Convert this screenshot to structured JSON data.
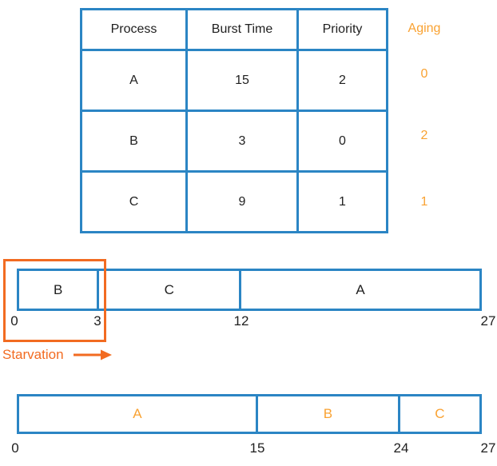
{
  "colors": {
    "blue": "#2b85c4",
    "orange": "#f9a232",
    "orange_deep": "#f26b21",
    "text": "#1f1f1f"
  },
  "table": {
    "headers": [
      "Process",
      "Burst Time",
      "Priority"
    ],
    "rows": [
      {
        "process": "A",
        "burst_time": "15",
        "priority": "2"
      },
      {
        "process": "B",
        "burst_time": "3",
        "priority": "0"
      },
      {
        "process": "C",
        "burst_time": "9",
        "priority": "1"
      }
    ]
  },
  "aging": {
    "label": "Aging",
    "values": [
      "0",
      "2",
      "1"
    ]
  },
  "gantt_without_aging": {
    "segments": [
      {
        "label": "B",
        "start": 0,
        "end": 3
      },
      {
        "label": "C",
        "start": 3,
        "end": 12
      },
      {
        "label": "A",
        "start": 12,
        "end": 27
      }
    ],
    "ticks": [
      "0",
      "3",
      "12",
      "27"
    ],
    "annotation": "Starvation"
  },
  "gantt_with_aging": {
    "segments": [
      {
        "label": "A",
        "start": 0,
        "end": 15
      },
      {
        "label": "B",
        "start": 15,
        "end": 24
      },
      {
        "label": "C",
        "start": 24,
        "end": 27
      }
    ],
    "ticks": [
      "0",
      "15",
      "24",
      "27"
    ]
  },
  "chart_data": [
    {
      "type": "gantt",
      "segments": [
        {
          "label": "B",
          "start": 0,
          "end": 3
        },
        {
          "label": "C",
          "start": 3,
          "end": 12
        },
        {
          "label": "A",
          "start": 12,
          "end": 27
        }
      ],
      "xticks": [
        0,
        3,
        12,
        27
      ],
      "annotation": "Starvation"
    },
    {
      "type": "gantt",
      "segments": [
        {
          "label": "A",
          "start": 0,
          "end": 15
        },
        {
          "label": "B",
          "start": 15,
          "end": 24
        },
        {
          "label": "C",
          "start": 24,
          "end": 27
        }
      ],
      "xticks": [
        0,
        15,
        24,
        27
      ]
    }
  ]
}
